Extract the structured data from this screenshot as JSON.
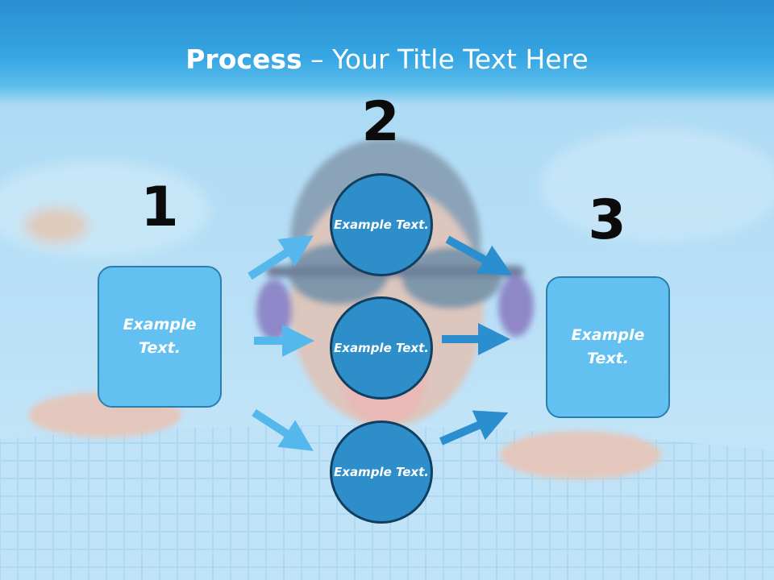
{
  "title": {
    "bold": "Process",
    "rest": " – Your Title Text Here"
  },
  "numbers": [
    "1",
    "2",
    "3"
  ],
  "left_box": {
    "text": "Example Text."
  },
  "right_box": {
    "text": "Example Text."
  },
  "circles": [
    {
      "text": "Example Text."
    },
    {
      "text": "Example Text."
    },
    {
      "text": "Example Text."
    }
  ],
  "colors": {
    "title_bar": "#2a8fd0",
    "box_fill": "#62c1f1",
    "circle_fill": "#2d8ec9",
    "circle_border": "#123f60",
    "arrow_light": "#55b8ec",
    "arrow_dark": "#2b8fcf"
  }
}
